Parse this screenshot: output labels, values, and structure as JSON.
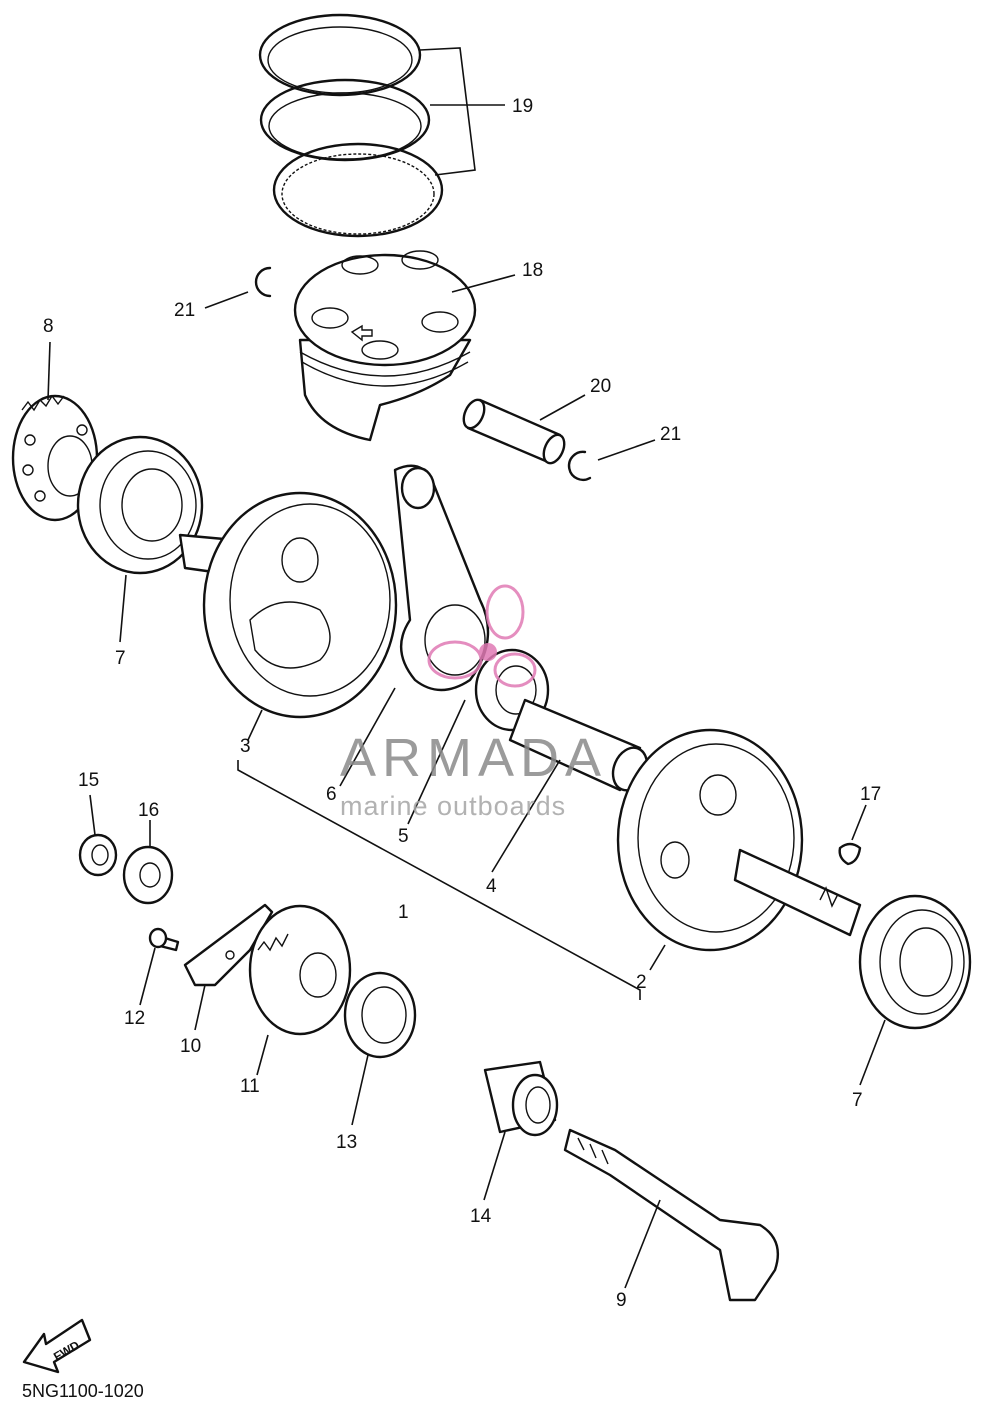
{
  "diagram": {
    "callouts": [
      "19",
      "18",
      "21",
      "21",
      "20",
      "8",
      "7",
      "3",
      "6",
      "5",
      "1",
      "4",
      "2",
      "17",
      "7",
      "15",
      "16",
      "12",
      "10",
      "11",
      "13",
      "14",
      "9"
    ],
    "fwd_label": "FWD",
    "drawing_code": "5NG1100-1020"
  },
  "watermark": {
    "title": "ARMADA",
    "subtitle": "marine outboards",
    "logo_color": "#e07ab4",
    "text_color": "#8a8a8a"
  }
}
